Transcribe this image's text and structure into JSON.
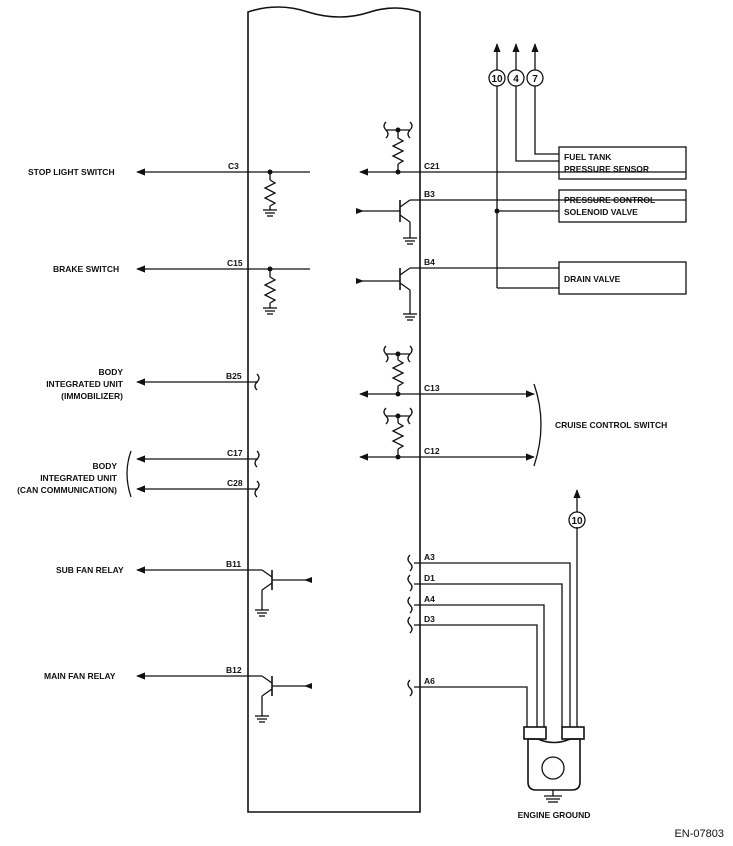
{
  "ecm_pins": {
    "c3": "C3",
    "c15": "C15",
    "b25": "B25",
    "c17": "C17",
    "c28": "C28",
    "b11": "B11",
    "b12": "B12",
    "c21": "C21",
    "b3": "B3",
    "b4": "B4",
    "c13": "C13",
    "c12": "C12",
    "a3": "A3",
    "d1": "D1",
    "a4": "A4",
    "d3": "D3",
    "a6": "A6"
  },
  "left_components": {
    "stop_light_switch": "STOP LIGHT SWITCH",
    "brake_switch": "BRAKE SWITCH",
    "body_unit_immob": [
      "BODY",
      "INTEGRATED UNIT",
      "(IMMOBILIZER)"
    ],
    "body_unit_can": [
      "BODY",
      "INTEGRATED UNIT",
      "(CAN COMMUNICATION)"
    ],
    "sub_fan_relay": "SUB FAN RELAY",
    "main_fan_relay": "MAIN FAN RELAY"
  },
  "right_components": {
    "fuel_tank_sensor": [
      "FUEL TANK",
      "PRESSURE SENSOR"
    ],
    "pressure_control_valve": [
      "PRESSURE CONTROL",
      "SOLENOID VALVE"
    ],
    "drain_valve": "DRAIN VALVE",
    "cruise_control_switch": "CRUISE CONTROL SWITCH",
    "engine_ground": "ENGINE GROUND"
  },
  "connector_refs": {
    "top": [
      "10",
      "4",
      "7"
    ],
    "ground": "10"
  },
  "figure_code": "EN-07803"
}
